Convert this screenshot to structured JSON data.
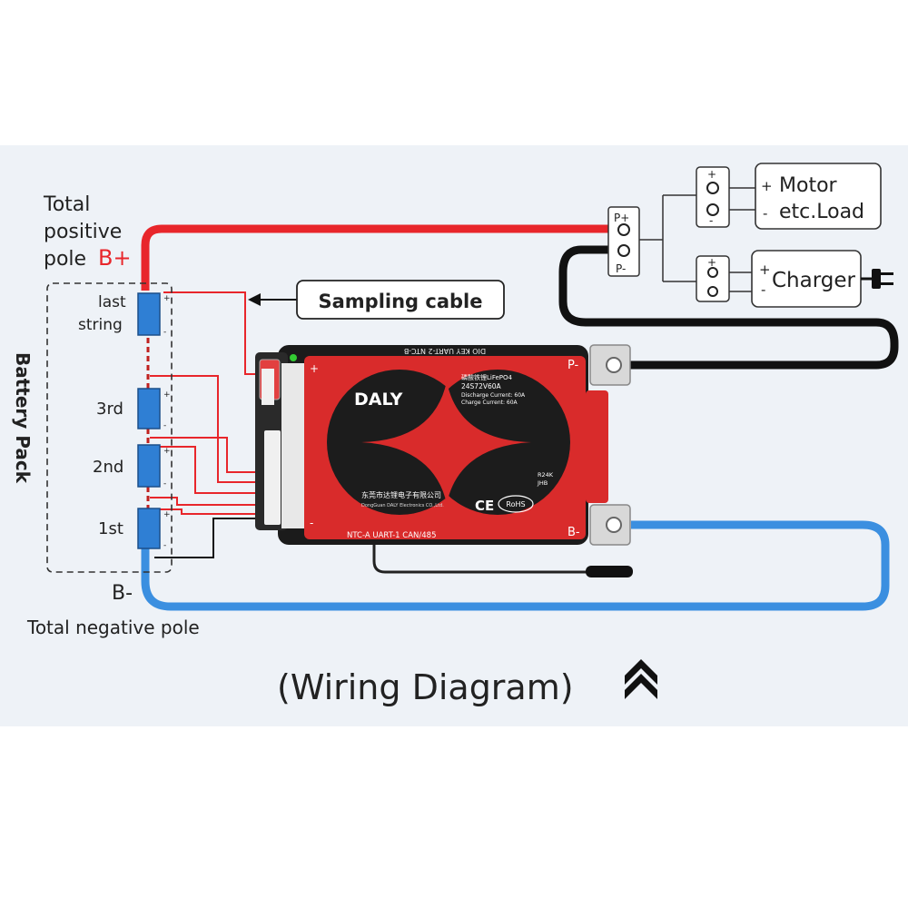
{
  "labels": {
    "total_positive": [
      "Total",
      "positive",
      "pole"
    ],
    "b_plus": "B+",
    "b_minus": "B-",
    "total_negative": "Total negative pole",
    "battery_pack": "Battery Pack",
    "cells": [
      "last",
      "string",
      "3rd",
      "2nd",
      "1st"
    ],
    "sampling_cable": "Sampling cable",
    "p_plus": "P+",
    "p_minus": "P-",
    "motor": [
      "Motor",
      "etc.Load"
    ],
    "charger": "Charger",
    "plus": "+",
    "minus": "-",
    "caption": "(Wiring Diagram)"
  },
  "bms": {
    "brand": "DALY",
    "top_ports": "DIO  KEY  UART-2  NTC-B",
    "spec_lines": [
      "磷酸铁锂LiFePO4",
      "24S72V60A",
      "Discharge Current: 60A",
      "Charge   Current: 60A"
    ],
    "company_cn": "东莞市达锂电子有限公司",
    "company_en": "DongGuan DALY Electronics CO.,Ltd.",
    "code": [
      "R24K",
      "JHB"
    ],
    "ce": "CE",
    "rohs": "RoHS",
    "bottom_ports": "NTC-A   UART-1   CAN/485",
    "p_minus": "P-",
    "b_minus": "B-",
    "plus": "+",
    "minus": "-"
  },
  "colors": {
    "positive_wire": "#e8262b",
    "negative_wire": "#3b8fe0",
    "load_wire": "#111111",
    "bms_red": "#d92b2b",
    "cell_blue": "#2f7fd4"
  }
}
